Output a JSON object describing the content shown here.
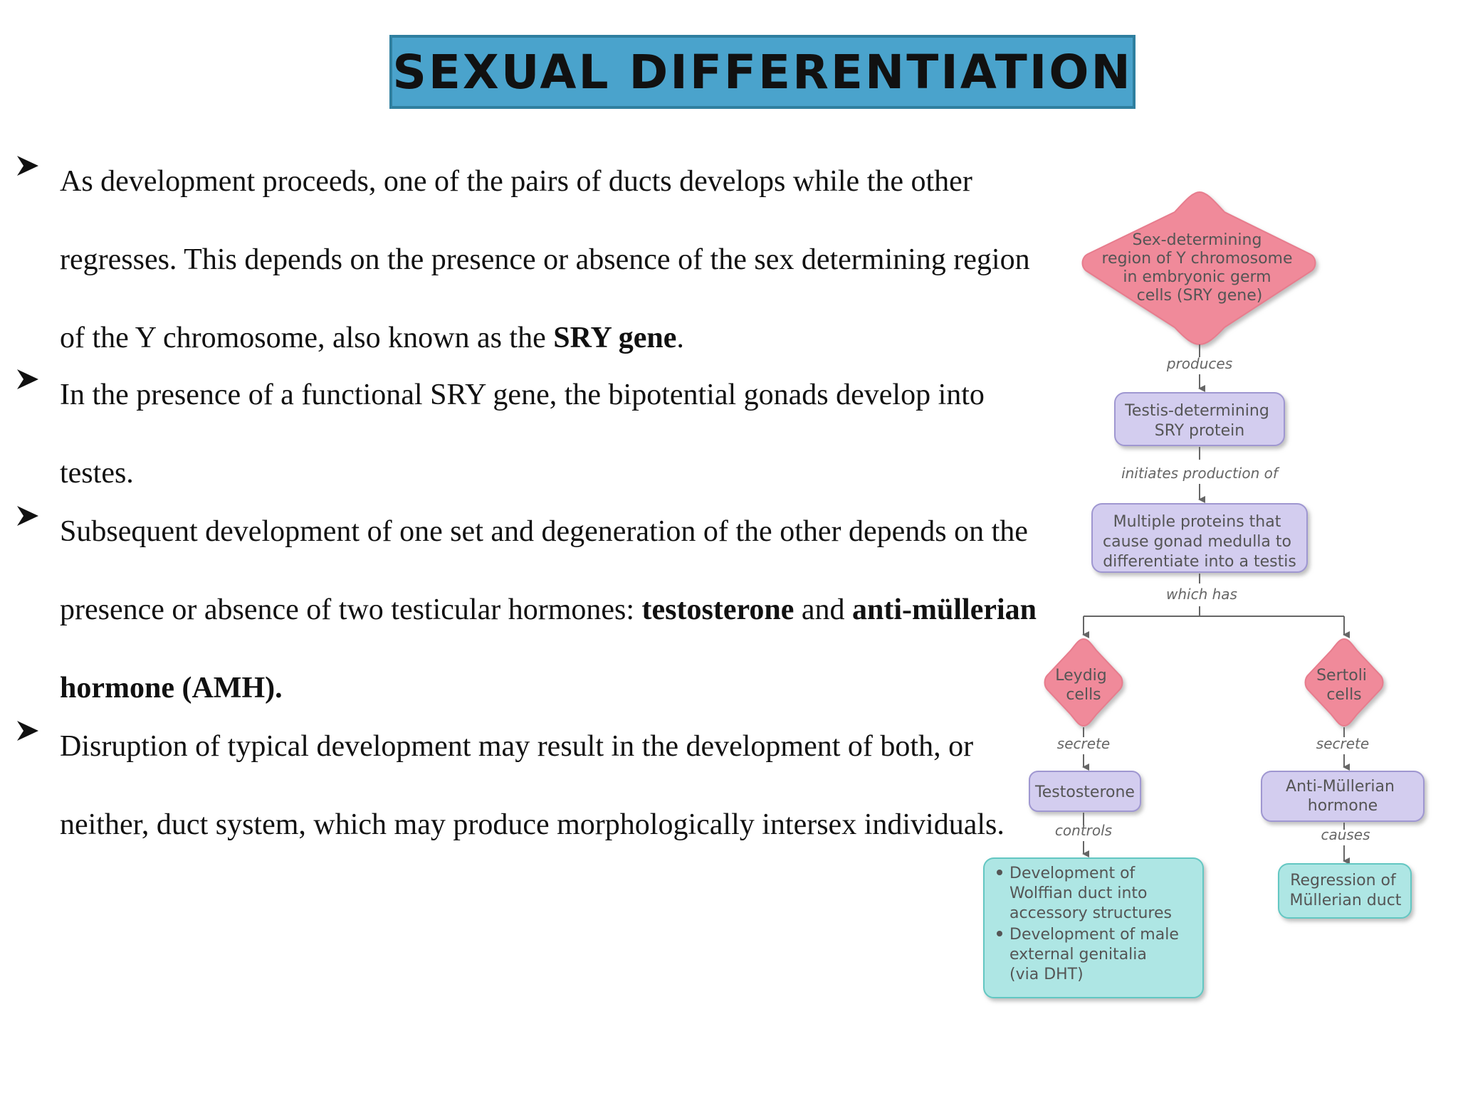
{
  "title": "SEXUAL DIFFERENTIATION",
  "bullets": [
    {
      "before": "As development proceeds, one of the pairs of ducts develops while the other regresses. This depends on the presence or absence of the sex determining region of the Y chromosome, also known as the ",
      "bold1": "SRY gene",
      "after": "."
    },
    {
      "before": "In the presence of a functional SRY gene, the bipotential gonads develop into testes."
    },
    {
      "before": "Subsequent development of one set and degeneration of the other depends on the presence or absence of two testicular hormones: ",
      "bold1": "testosterone",
      "middle": " and ",
      "bold2": "anti-müllerian hormone (AMH)."
    },
    {
      "before": "Disruption of typical development may result in the development of both, or neither, duct system, which may produce morphologically intersex individuals."
    }
  ],
  "flowchart": {
    "sry_region": [
      "Sex-determining",
      "region of Y chromosome",
      "in embryonic germ",
      "cells (SRY gene)"
    ],
    "produces": "produces",
    "testis_protein": [
      "Testis-determining",
      "SRY protein"
    ],
    "initiates": "initiates production of",
    "multiple_proteins": [
      "Multiple proteins that",
      "cause gonad medulla to",
      "differentiate into a testis"
    ],
    "which_has": "which has",
    "leydig": [
      "Leydig",
      "cells"
    ],
    "sertoli": [
      "Sertoli",
      "cells"
    ],
    "secrete_left": "secrete",
    "secrete_right": "secrete",
    "testosterone": "Testosterone",
    "amh": [
      "Anti-Müllerian",
      "hormone"
    ],
    "controls": "controls",
    "causes": "causes",
    "wolffian": [
      "Development of",
      "Wolffian duct into",
      "accessory structures"
    ],
    "genitalia": [
      "Development of male",
      "external genitalia",
      "(via DHT)"
    ],
    "regression": [
      "Regression of",
      "Müllerian duct"
    ],
    "colors": {
      "diamond_fill": "#f08a9a",
      "lavender_fill": "#d3cdef",
      "teal_fill": "#aee6e4"
    }
  }
}
